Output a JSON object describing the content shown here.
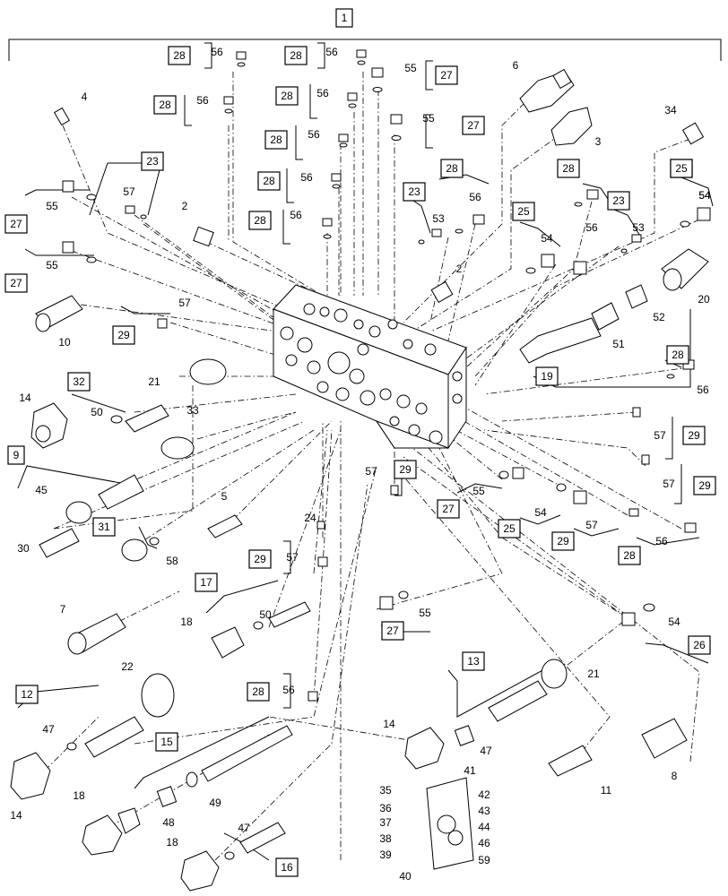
{
  "diagram": {
    "parts": [
      {
        "id": "p1",
        "text": "1",
        "boxed": true
      },
      {
        "id": "p28a",
        "text": "28",
        "boxed": true
      },
      {
        "id": "p56a",
        "text": "56",
        "boxed": false
      },
      {
        "id": "p28b",
        "text": "28",
        "boxed": true
      },
      {
        "id": "p56b",
        "text": "56",
        "boxed": false
      },
      {
        "id": "p55a",
        "text": "55",
        "boxed": false
      },
      {
        "id": "p27a",
        "text": "27",
        "boxed": true
      },
      {
        "id": "p6",
        "text": "6",
        "boxed": false
      },
      {
        "id": "p4",
        "text": "4",
        "boxed": false
      },
      {
        "id": "p28c",
        "text": "28",
        "boxed": true
      },
      {
        "id": "p56c",
        "text": "56",
        "boxed": false
      },
      {
        "id": "p28d",
        "text": "28",
        "boxed": true
      },
      {
        "id": "p56d",
        "text": "56",
        "boxed": false
      },
      {
        "id": "p55b",
        "text": "55",
        "boxed": false
      },
      {
        "id": "p27b",
        "text": "27",
        "boxed": true
      },
      {
        "id": "p28e",
        "text": "28",
        "boxed": true
      },
      {
        "id": "p56e",
        "text": "56",
        "boxed": false
      },
      {
        "id": "p3",
        "text": "3",
        "boxed": false
      },
      {
        "id": "p34",
        "text": "34",
        "boxed": false
      },
      {
        "id": "p23a",
        "text": "23",
        "boxed": true
      },
      {
        "id": "p57a",
        "text": "57",
        "boxed": false
      },
      {
        "id": "p55c",
        "text": "55",
        "boxed": false
      },
      {
        "id": "p27c",
        "text": "27",
        "boxed": true
      },
      {
        "id": "p2a",
        "text": "2",
        "boxed": false
      },
      {
        "id": "p28f",
        "text": "28",
        "boxed": true
      },
      {
        "id": "p56f",
        "text": "56",
        "boxed": false
      },
      {
        "id": "p28g",
        "text": "28",
        "boxed": true
      },
      {
        "id": "p56g",
        "text": "56",
        "boxed": false
      },
      {
        "id": "p23b",
        "text": "23",
        "boxed": true
      },
      {
        "id": "p53a",
        "text": "53",
        "boxed": false
      },
      {
        "id": "p28h",
        "text": "28",
        "boxed": true
      },
      {
        "id": "p56h",
        "text": "56",
        "boxed": false
      },
      {
        "id": "p28i",
        "text": "28",
        "boxed": true
      },
      {
        "id": "p56i",
        "text": "56",
        "boxed": false
      },
      {
        "id": "p25a",
        "text": "25",
        "boxed": true
      },
      {
        "id": "p54a",
        "text": "54",
        "boxed": false
      },
      {
        "id": "p23c",
        "text": "23",
        "boxed": true
      },
      {
        "id": "p53b",
        "text": "53",
        "boxed": false
      },
      {
        "id": "p25b",
        "text": "25",
        "boxed": true
      },
      {
        "id": "p54b",
        "text": "54",
        "boxed": false
      },
      {
        "id": "p55d",
        "text": "55",
        "boxed": false
      },
      {
        "id": "p27d",
        "text": "27",
        "boxed": true
      },
      {
        "id": "p25c",
        "text": "25",
        "boxed": true
      },
      {
        "id": "p54c",
        "text": "54",
        "boxed": false
      },
      {
        "id": "p2b",
        "text": "2",
        "boxed": false
      },
      {
        "id": "p20",
        "text": "20",
        "boxed": false
      },
      {
        "id": "p10",
        "text": "10",
        "boxed": false
      },
      {
        "id": "p52",
        "text": "52",
        "boxed": false
      },
      {
        "id": "p51",
        "text": "51",
        "boxed": false
      },
      {
        "id": "p29a",
        "text": "29",
        "boxed": true
      },
      {
        "id": "p57b",
        "text": "57",
        "boxed": false
      },
      {
        "id": "p19",
        "text": "19",
        "boxed": true
      },
      {
        "id": "p28j",
        "text": "28",
        "boxed": true
      },
      {
        "id": "p56j",
        "text": "56",
        "boxed": false
      },
      {
        "id": "p21a",
        "text": "21",
        "boxed": false
      },
      {
        "id": "p32",
        "text": "32",
        "boxed": true
      },
      {
        "id": "p14a",
        "text": "14",
        "boxed": false
      },
      {
        "id": "p33",
        "text": "33",
        "boxed": false
      },
      {
        "id": "p50a",
        "text": "50",
        "boxed": false
      },
      {
        "id": "p57c",
        "text": "57",
        "boxed": false
      },
      {
        "id": "p29b",
        "text": "29",
        "boxed": true
      },
      {
        "id": "p9",
        "text": "9",
        "boxed": true
      },
      {
        "id": "p57d",
        "text": "57",
        "boxed": false
      },
      {
        "id": "p29c",
        "text": "29",
        "boxed": true
      },
      {
        "id": "p57e",
        "text": "57",
        "boxed": false
      },
      {
        "id": "p29d",
        "text": "29",
        "boxed": true
      },
      {
        "id": "p45",
        "text": "45",
        "boxed": false
      },
      {
        "id": "p55e",
        "text": "55",
        "boxed": false
      },
      {
        "id": "p27e",
        "text": "27",
        "boxed": true
      },
      {
        "id": "p54d",
        "text": "54",
        "boxed": false
      },
      {
        "id": "p25d",
        "text": "25",
        "boxed": true
      },
      {
        "id": "p57f",
        "text": "57",
        "boxed": false
      },
      {
        "id": "p29e",
        "text": "29",
        "boxed": true
      },
      {
        "id": "p56k",
        "text": "56",
        "boxed": false
      },
      {
        "id": "p28k",
        "text": "28",
        "boxed": true
      },
      {
        "id": "p5",
        "text": "5",
        "boxed": false
      },
      {
        "id": "p24",
        "text": "24",
        "boxed": false
      },
      {
        "id": "p30",
        "text": "30",
        "boxed": false
      },
      {
        "id": "p31",
        "text": "31",
        "boxed": true
      },
      {
        "id": "p58",
        "text": "58",
        "boxed": false
      },
      {
        "id": "p29f",
        "text": "29",
        "boxed": true
      },
      {
        "id": "p57g",
        "text": "57",
        "boxed": false
      },
      {
        "id": "p17",
        "text": "17",
        "boxed": true
      },
      {
        "id": "p7",
        "text": "7",
        "boxed": false
      },
      {
        "id": "p18a",
        "text": "18",
        "boxed": false
      },
      {
        "id": "p50b",
        "text": "50",
        "boxed": false
      },
      {
        "id": "p55f",
        "text": "55",
        "boxed": false
      },
      {
        "id": "p27f",
        "text": "27",
        "boxed": true
      },
      {
        "id": "p54e",
        "text": "54",
        "boxed": false
      },
      {
        "id": "p26",
        "text": "26",
        "boxed": true
      },
      {
        "id": "p22",
        "text": "22",
        "boxed": false
      },
      {
        "id": "p13",
        "text": "13",
        "boxed": true
      },
      {
        "id": "p21b",
        "text": "21",
        "boxed": false
      },
      {
        "id": "p12",
        "text": "12",
        "boxed": true
      },
      {
        "id": "p28l",
        "text": "28",
        "boxed": true
      },
      {
        "id": "p56l",
        "text": "56",
        "boxed": false
      },
      {
        "id": "p47a",
        "text": "47",
        "boxed": false
      },
      {
        "id": "p15",
        "text": "15",
        "boxed": true
      },
      {
        "id": "p14b",
        "text": "14",
        "boxed": false
      },
      {
        "id": "p47b",
        "text": "47",
        "boxed": false
      },
      {
        "id": "p8",
        "text": "8",
        "boxed": false
      },
      {
        "id": "p14c",
        "text": "14",
        "boxed": false
      },
      {
        "id": "p11",
        "text": "11",
        "boxed": false
      },
      {
        "id": "p49",
        "text": "49",
        "boxed": false
      },
      {
        "id": "p48",
        "text": "48",
        "boxed": false
      },
      {
        "id": "p18b",
        "text": "18",
        "boxed": false
      },
      {
        "id": "p41",
        "text": "41",
        "boxed": false
      },
      {
        "id": "p35",
        "text": "35",
        "boxed": false
      },
      {
        "id": "p36",
        "text": "36",
        "boxed": false
      },
      {
        "id": "p37",
        "text": "37",
        "boxed": false
      },
      {
        "id": "p38",
        "text": "38",
        "boxed": false
      },
      {
        "id": "p39",
        "text": "39",
        "boxed": false
      },
      {
        "id": "p40",
        "text": "40",
        "boxed": false
      },
      {
        "id": "p42",
        "text": "42",
        "boxed": false
      },
      {
        "id": "p43",
        "text": "43",
        "boxed": false
      },
      {
        "id": "p44",
        "text": "44",
        "boxed": false
      },
      {
        "id": "p46",
        "text": "46",
        "boxed": false
      },
      {
        "id": "p59",
        "text": "59",
        "boxed": false
      },
      {
        "id": "p47c",
        "text": "47",
        "boxed": false
      },
      {
        "id": "p18c",
        "text": "18",
        "boxed": false
      },
      {
        "id": "p16",
        "text": "16",
        "boxed": true
      }
    ]
  }
}
